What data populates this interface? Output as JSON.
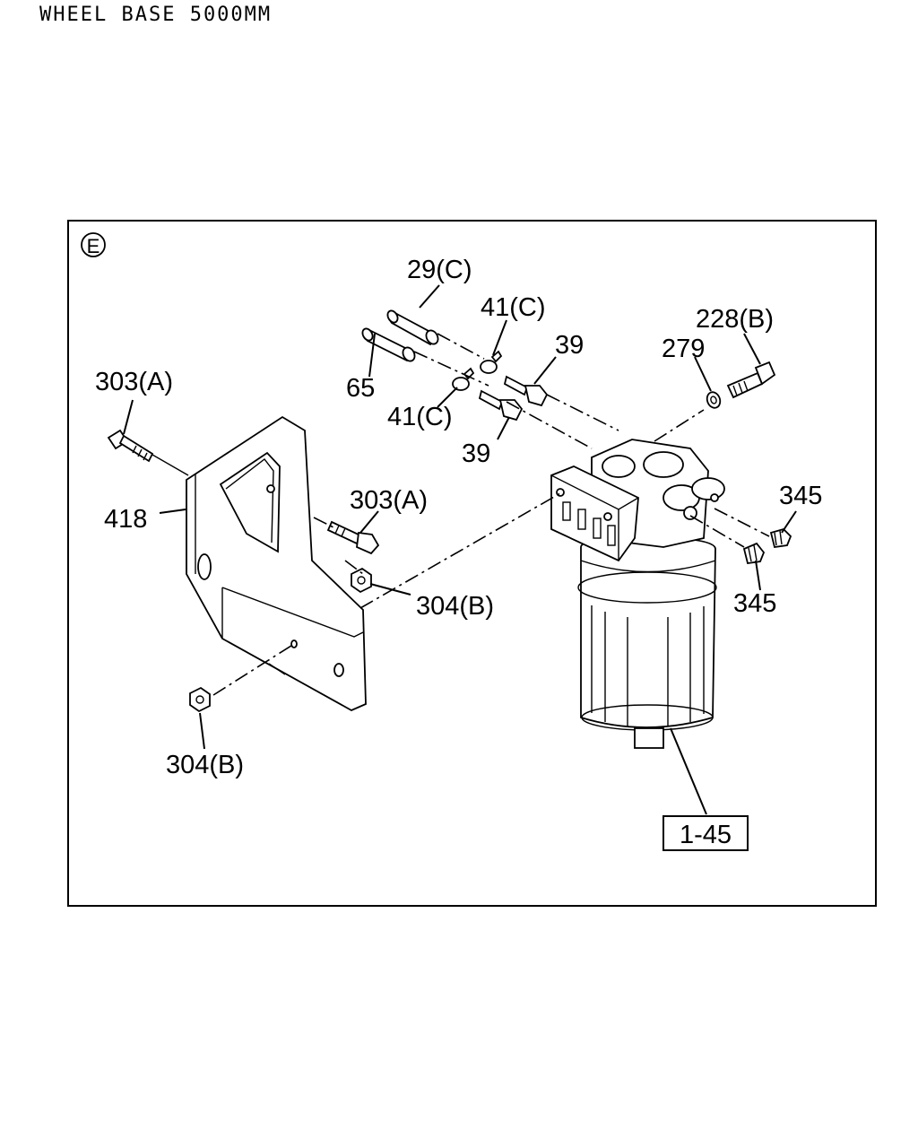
{
  "header": {
    "title": "WHEEL BASE 5000MM"
  },
  "diagram": {
    "section_marker": "E",
    "callouts": {
      "hose_29c": "29(C)",
      "clip_41c_top": "41(C)",
      "clip_41c_bottom": "41(C)",
      "hose_65": "65",
      "fitting_39_top": "39",
      "fitting_39_bottom": "39",
      "washer_279": "279",
      "bolt_228b": "228(B)",
      "bolt_303a_left": "303(A)",
      "bolt_303a_mid": "303(A)",
      "bracket_418": "418",
      "nut_304b_mid": "304(B)",
      "nut_304b_bottom": "304(B)",
      "plug_345_top": "345",
      "plug_345_bottom": "345",
      "assembly_ref": "1-45"
    }
  }
}
